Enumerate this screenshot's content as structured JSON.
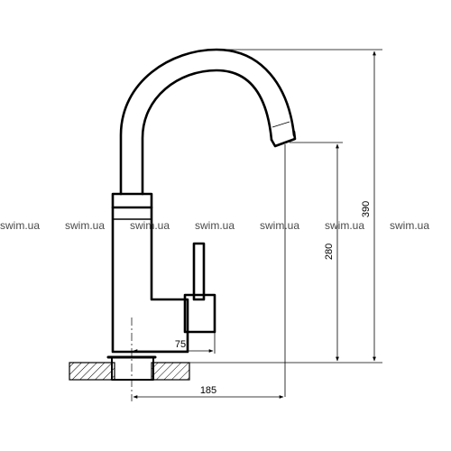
{
  "dimensions": {
    "total_height": "390",
    "spout_height": "280",
    "handle_offset": "75",
    "spout_reach": "185"
  },
  "watermark": {
    "text": "swim.ua",
    "repeat_count": 7
  }
}
